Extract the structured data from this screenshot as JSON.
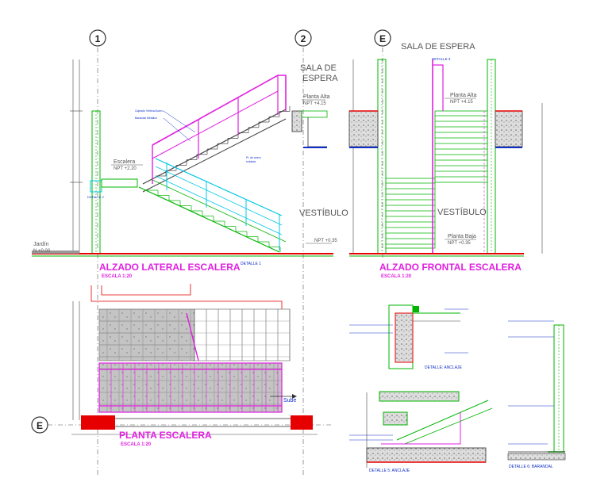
{
  "grid_labels": {
    "axis_1": "1",
    "axis_2": "2",
    "axis_e_top": "E",
    "axis_e_side": "E"
  },
  "side_elevation": {
    "title": "ALZADO LATERAL ESCALERA",
    "scale": "ESCALA 1:20",
    "room_upper_1": "SALA DE",
    "room_upper_2": "ESPERA",
    "room_lower": "VESTÍBULO",
    "level_top": "Planta Alta",
    "level_top_value": "NPT +4.15",
    "level_mid": "Escalera",
    "level_mid_value": "NPT +2.20",
    "level_garden": "Jardín",
    "level_garden_value": "N +0.00",
    "level_floor_value": "NPT +0.35",
    "detail_1": "DETALLE 1",
    "detail_2": "DETALLE 2"
  },
  "front_elevation": {
    "title": "ALZADO FRONTAL ESCALERA",
    "scale": "ESCALA 1:20",
    "room_upper": "SALA DE ESPERA",
    "room_lower": "VESTÍBULO",
    "level_top": "Planta Alta",
    "level_top_value": "NPT +4.15",
    "level_bottom": "Planta Baja",
    "level_bottom_value": "NPT +0.35",
    "detail_tag": "DETALLE 3"
  },
  "plan": {
    "title": "PLANTA ESCALERA",
    "scale": "ESCALA 1:20",
    "arrow_label": "Sube"
  },
  "details": {
    "detail_a": "DETALLE: ANCLAJE",
    "detail_b": "DETALLE 5: ANCLAJE",
    "detail_c": "DETALLE 6: BARANDAL"
  },
  "colors": {
    "magenta": "#e020e0",
    "green": "#00b400",
    "cyan": "#00c8e6",
    "red": "#e60000",
    "blue": "#1030c8",
    "gray": "#7a7a7a",
    "dark": "#222222"
  }
}
